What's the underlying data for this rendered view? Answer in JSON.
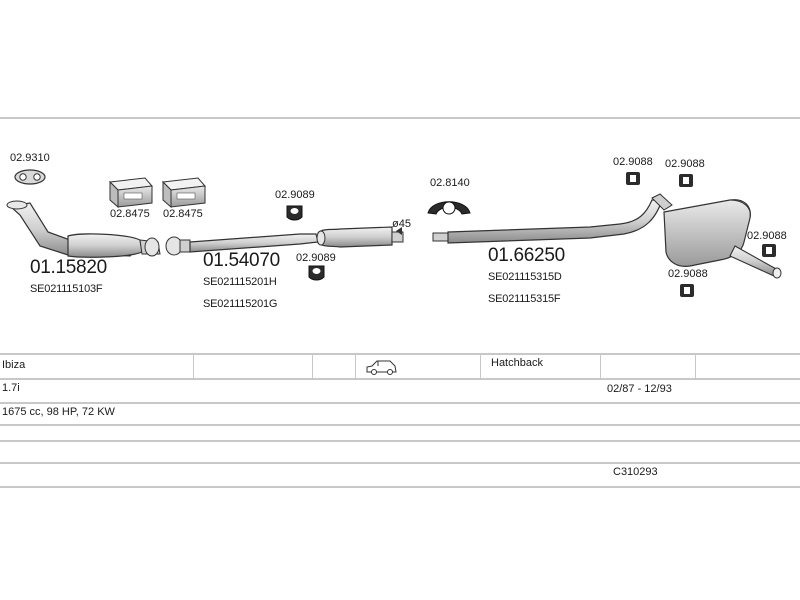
{
  "parts": {
    "gasket_a": "02.9310",
    "bracket_a": "02.8475",
    "bracket_b": "02.8475",
    "hanger_a": "02.9089",
    "hanger_b": "02.9089",
    "clamp": "02.8140",
    "pipe_size": "ø45",
    "rubber_a": "02.9088",
    "rubber_b": "02.9088",
    "rubber_c": "02.9088",
    "rubber_d": "02.9088"
  },
  "sections": {
    "front": {
      "number": "01.15820",
      "ref1": "SE021115103F"
    },
    "middle": {
      "number": "01.54070",
      "ref1": "SE021115201H",
      "ref2": "SE021115201G"
    },
    "rear": {
      "number": "01.66250",
      "ref1": "SE021115315D",
      "ref2": "SE021115315F"
    }
  },
  "table": {
    "model": "Ibiza",
    "body_type": "Hatchback",
    "engine": "1.7i",
    "years": "02/87 - 12/93",
    "specs": "1675 cc, 98 HP, 72 KW",
    "code": "C310293"
  },
  "icons": {
    "car": "hatchback-car-icon",
    "box": "mounting-kit-box-icon"
  }
}
